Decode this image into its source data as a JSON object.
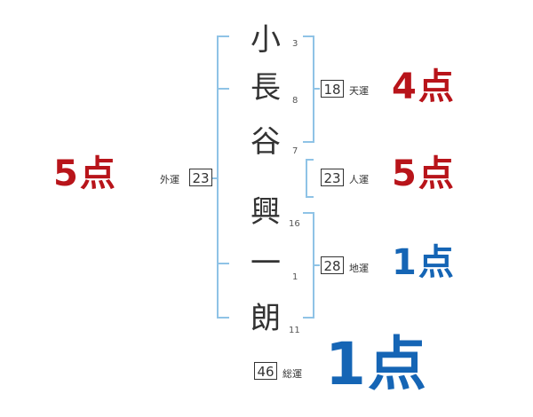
{
  "name_chars": [
    {
      "char": "小",
      "strokes": "3"
    },
    {
      "char": "長",
      "strokes": "8"
    },
    {
      "char": "谷",
      "strokes": "7"
    },
    {
      "char": "興",
      "strokes": "16"
    },
    {
      "char": "一",
      "strokes": "1"
    },
    {
      "char": "朗",
      "strokes": "11"
    }
  ],
  "fortunes": {
    "gaiun": {
      "label": "外運",
      "value": "23",
      "points": "5点"
    },
    "tenun": {
      "label": "天運",
      "value": "18",
      "points": "4点"
    },
    "jinun": {
      "label": "人運",
      "value": "23",
      "points": "5点"
    },
    "chiun": {
      "label": "地運",
      "value": "28",
      "points": "1点"
    },
    "souun": {
      "label": "総運",
      "value": "46",
      "points": "1点"
    }
  },
  "colors": {
    "red": "#b8141a",
    "blue": "#1565b5",
    "bracket": "#8fc3e6"
  }
}
